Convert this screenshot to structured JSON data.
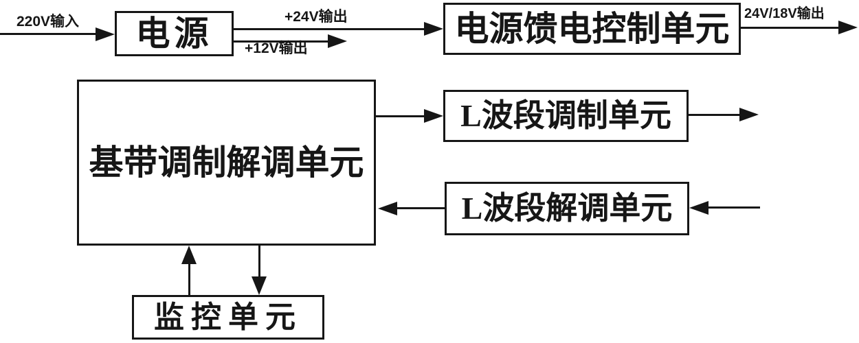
{
  "diagram": {
    "type": "block-diagram",
    "boxes": {
      "power": {
        "label": "电源"
      },
      "feed_control": {
        "label": "电源馈电控制单元"
      },
      "baseband": {
        "label": "基带调制解调单元"
      },
      "l_band_mod": {
        "label": "L波段调制单元"
      },
      "l_band_demod": {
        "label": "L波段解调单元"
      },
      "monitor": {
        "label": "监控单元"
      }
    },
    "line_labels": {
      "input_220v": "220V输入",
      "output_24v": "+24V输出",
      "output_12v": "+12V输出",
      "output_24v_18v": "24V/18V输出"
    },
    "connections": [
      {
        "from": "external",
        "to": "power",
        "label": "220V输入"
      },
      {
        "from": "power",
        "to": "feed_control",
        "label": "+24V输出"
      },
      {
        "from": "power",
        "to": "external",
        "label": "+12V输出"
      },
      {
        "from": "feed_control",
        "to": "external",
        "label": "24V/18V输出"
      },
      {
        "from": "baseband",
        "to": "l_band_mod",
        "label": ""
      },
      {
        "from": "l_band_mod",
        "to": "external",
        "label": ""
      },
      {
        "from": "external",
        "to": "l_band_demod",
        "label": ""
      },
      {
        "from": "l_band_demod",
        "to": "baseband",
        "label": ""
      },
      {
        "from": "monitor",
        "to": "baseband",
        "label": ""
      },
      {
        "from": "baseband",
        "to": "monitor",
        "label": ""
      }
    ],
    "colors": {
      "ink": "#161616",
      "background": "#ffffff"
    }
  }
}
